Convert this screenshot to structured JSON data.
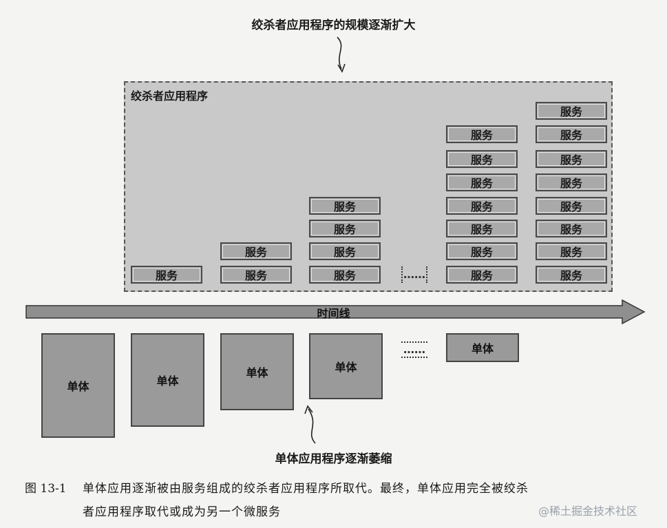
{
  "top_label": "绞杀者应用程序的规模逐渐扩大",
  "container_label": "绞杀者应用程序",
  "service_label": "服务",
  "ellipsis": "……",
  "timeline_label": "时间线",
  "monolith_label": "单体",
  "bottom_label": "单体应用程序逐渐萎缩",
  "caption": {
    "number": "图 13-1",
    "line1": "单体应用逐渐被由服务组成的绞杀者应用程序所取代。最终，单体应用完全被绞杀",
    "line2": "者应用程序取代或成为另一个微服务"
  },
  "watermark": "@稀土掘金技术社区"
}
